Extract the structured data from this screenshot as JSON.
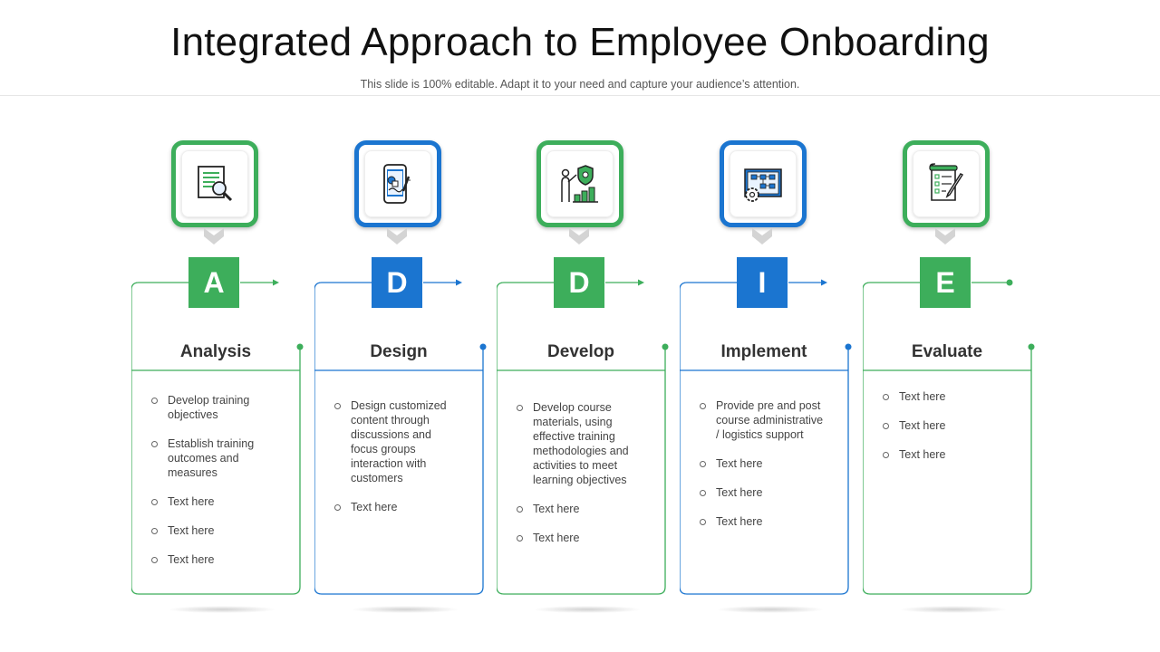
{
  "title": "Integrated Approach to Employee Onboarding",
  "subtitle": "This slide is 100% editable. Adapt it to your need and capture your audience’s attention.",
  "colors": {
    "green": "#3DAE5B",
    "blue": "#1B75D0",
    "chevron": "#d4d4d4"
  },
  "stages": [
    {
      "letter": "A",
      "heading": "Analysis",
      "color": "green",
      "icon": "document-search-icon",
      "bullets": [
        "Develop training objectives",
        "Establish training outcomes and measures",
        "Text here",
        "Text here",
        "Text here"
      ]
    },
    {
      "letter": "D",
      "heading": "Design",
      "color": "blue",
      "icon": "mobile-design-icon",
      "bullets": [
        "Design customized content through discussions and focus groups interaction with customers",
        "Text here"
      ]
    },
    {
      "letter": "D",
      "heading": "Develop",
      "color": "green",
      "icon": "presentation-growth-icon",
      "bullets": [
        "Develop course materials, using effective training methodologies and activities to meet learning objectives",
        "Text here",
        "Text here"
      ]
    },
    {
      "letter": "I",
      "heading": "Implement",
      "color": "blue",
      "icon": "blueprint-gear-icon",
      "bullets": [
        "Provide pre and post course administrative / logistics support",
        "Text here",
        "Text here",
        "Text here"
      ]
    },
    {
      "letter": "E",
      "heading": "Evaluate",
      "color": "green",
      "icon": "checklist-pen-icon",
      "bullets": [
        "Text here",
        "Text here",
        "Text here"
      ]
    }
  ]
}
